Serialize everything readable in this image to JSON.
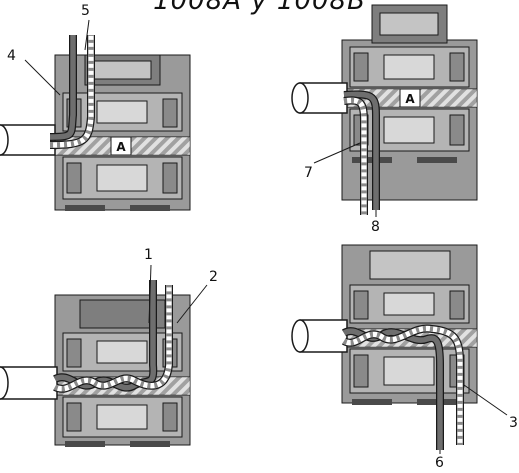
{
  "caption": "1008A y 1008B",
  "panels": [
    {
      "id": "top-left",
      "box_letter": "A",
      "callouts": [
        "4",
        "5"
      ]
    },
    {
      "id": "top-right",
      "box_letter": "A",
      "callouts": [
        "7",
        "8"
      ]
    },
    {
      "id": "bottom-left",
      "box_letter": "",
      "callouts": [
        "1",
        "2"
      ]
    },
    {
      "id": "bottom-right",
      "box_letter": "",
      "callouts": [
        "3",
        "6"
      ]
    }
  ],
  "colors": {
    "connector_body": "#9a9a9a",
    "connector_light": "#c4c4c4",
    "connector_dark": "#5a5a5a",
    "wire_dark": "#6e6e6e",
    "wire_light": "#ffffff",
    "outline": "#1a1a1a"
  }
}
